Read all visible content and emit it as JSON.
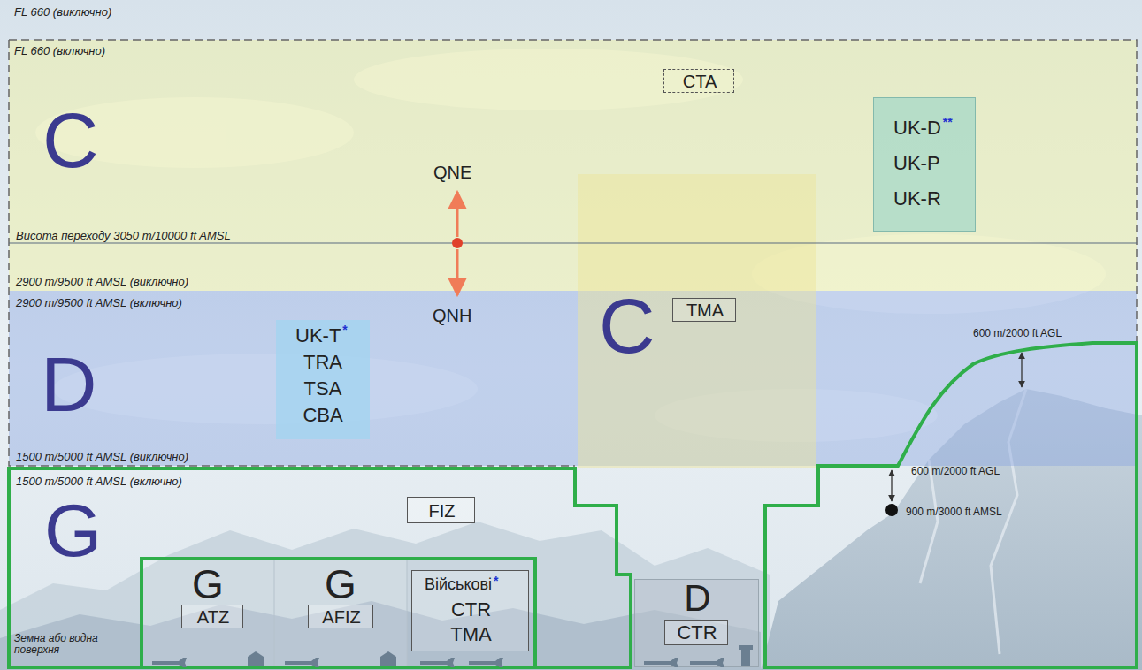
{
  "diagram": {
    "nodes": [
      {
        "text": [
          "C"
        ]
      },
      {
        "text": [
          "CTA"
        ],
        "in": 0
      },
      {
        "text": [
          "UK-D",
          "**",
          "UK-P",
          "UK-R"
        ],
        "in": 0
      },
      {
        "text": [
          "D"
        ]
      },
      {
        "text": [
          "UK-T",
          "*",
          "TRA",
          "TSA",
          "CBA"
        ],
        "in": 3
      },
      {
        "text": [
          "C"
        ]
      },
      {
        "text": [
          "TMA"
        ],
        "in": 5
      },
      {
        "text": [
          "G"
        ]
      },
      {
        "text": [
          "FIZ"
        ],
        "in": 7
      },
      {
        "text": [
          "G"
        ],
        "in": 7
      },
      {
        "text": [
          "ATZ"
        ],
        "in": 9
      },
      {
        "text": [
          "G"
        ],
        "in": 7
      },
      {
        "text": [
          "AFIZ"
        ],
        "in": 11
      },
      {
        "text": [
          "Військові",
          "*",
          "CTR",
          "TMA"
        ],
        "in": 7
      },
      {
        "text": [
          "D"
        ]
      },
      {
        "text": [
          "CTR"
        ],
        "in": 14
      }
    ],
    "labels": [
      "FL 660 (виключно)",
      "FL 660 (включно)",
      "QNE",
      "Висота переходу 3050 m/10000 ft AMSL",
      "2900 m/9500 ft AMSL (виключно)",
      "2900 m/9500 ft AMSL (включно)",
      "QNH",
      "600 m/2000 ft AGL",
      "1500 m/5000 ft AMSL (виключно)",
      "1500 m/5000 ft AMSL (включно)",
      "600 m/2000 ft AGL",
      "900 m/3000 ft AMSL",
      "Земна або водна поверхня"
    ]
  }
}
